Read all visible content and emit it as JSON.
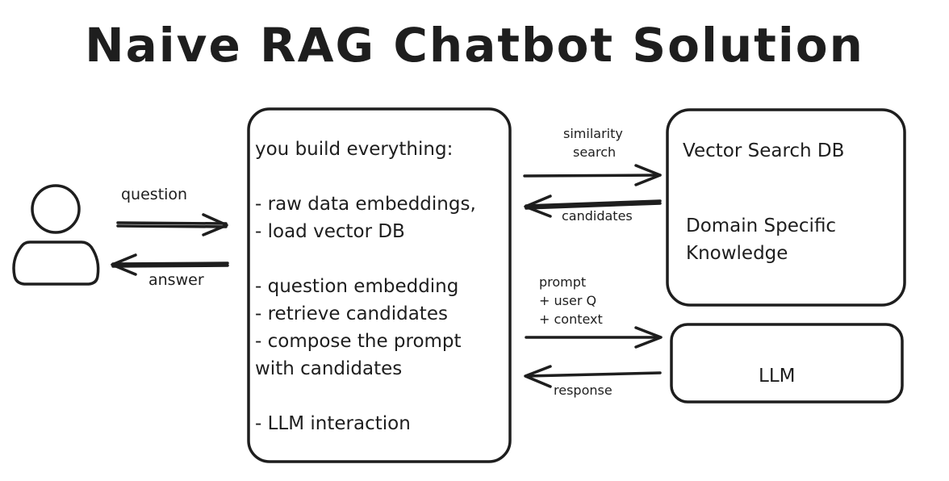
{
  "title": "Naive RAG Chatbot Solution",
  "user_arrows": {
    "question": "question",
    "answer": "answer"
  },
  "main_box": {
    "lines": [
      "you build everything:",
      "",
      "- raw data embeddings,",
      "- load vector DB",
      "",
      "- question embedding",
      "- retrieve candidates",
      "- compose the prompt",
      "with candidates",
      "",
      "- LLM interaction"
    ]
  },
  "vector_db_box": {
    "title": "Vector Search DB",
    "subtitle_line1": "Domain Specific",
    "subtitle_line2": "Knowledge"
  },
  "llm_box": {
    "label": "LLM"
  },
  "vector_arrows": {
    "request_line1": "similarity",
    "request_line2": "search",
    "response": "candidates"
  },
  "llm_arrows": {
    "request_line1": "prompt",
    "request_line2": "+ user Q",
    "request_line3": "+ context",
    "response": "response"
  }
}
